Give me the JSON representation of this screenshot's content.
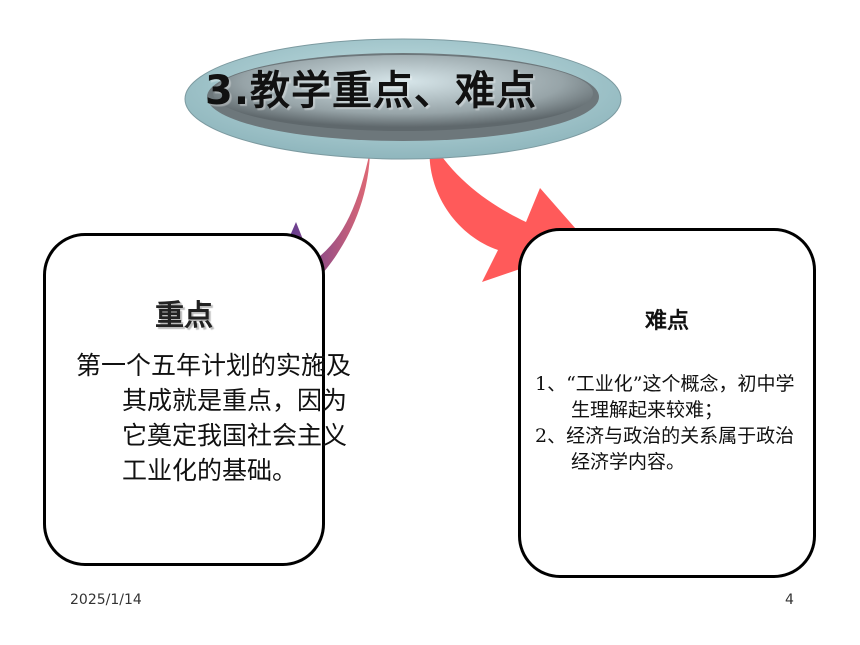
{
  "title": "3.教学重点、难点",
  "left_box": {
    "heading": "重点",
    "body": "第一个五年计划的实施及其成就是重点，因为它奠定我国社会主义工业化的基础。"
  },
  "right_box": {
    "heading": "难点",
    "items": [
      "1、“工业化”这个概念，初中学生理解起来较难；",
      "2、经济与政治的关系属于政治经济学内容。"
    ]
  },
  "footer": {
    "date": "2025/1/14",
    "page": "4"
  },
  "colors": {
    "oval_outer": "#9fc6cc",
    "oval_inner": "#6d777b",
    "oval_rim": "#8ca1a6",
    "left_arrow_start": "#3a2d9a",
    "left_arrow_end": "#e06070",
    "right_arrow": "#ff5a5a"
  }
}
